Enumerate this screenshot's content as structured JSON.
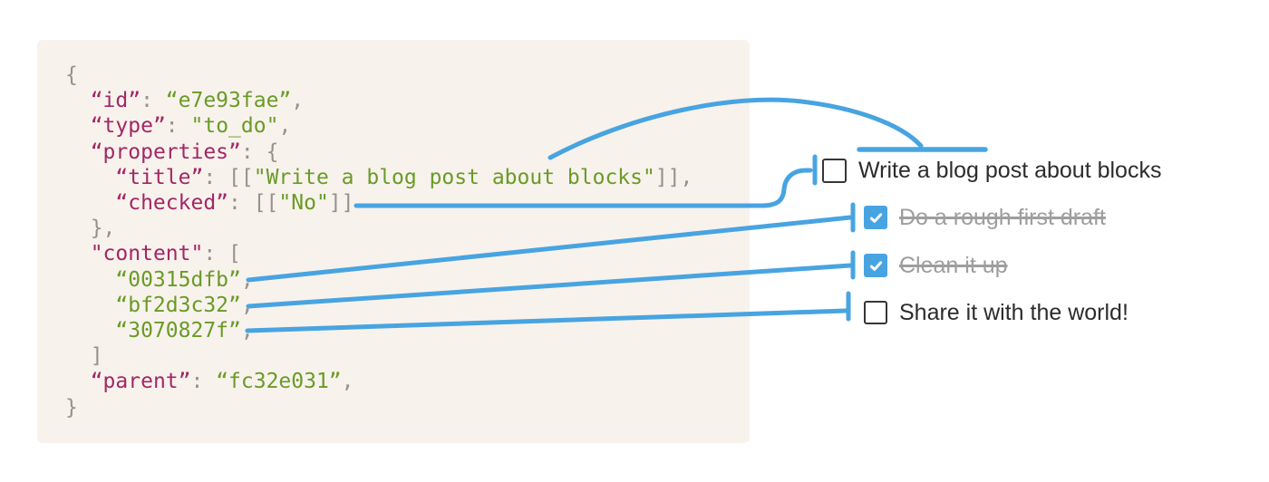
{
  "colors": {
    "page_bg": "#ffffff",
    "panel_bg": "#f8f2ec",
    "key": "#a22766",
    "string": "#699b27",
    "punct": "#96918b",
    "connector": "#48a4e1",
    "todo_text": "#2c2c2e",
    "todo_done": "#9e9e9e",
    "checkbox_border": "#363638",
    "checkbox_checked_bg": "#48a4e1"
  },
  "code": {
    "lines": [
      {
        "tokens": [
          {
            "t": "p",
            "v": "{"
          }
        ]
      },
      {
        "tokens": [
          {
            "t": "p",
            "v": "  "
          },
          {
            "t": "k",
            "v": "“id”"
          },
          {
            "t": "p",
            "v": ": "
          },
          {
            "t": "s",
            "v": "“e7e93fae”"
          },
          {
            "t": "p",
            "v": ","
          }
        ]
      },
      {
        "tokens": [
          {
            "t": "p",
            "v": "  "
          },
          {
            "t": "k",
            "v": "“type”"
          },
          {
            "t": "p",
            "v": ": "
          },
          {
            "t": "s",
            "v": "\"to_do\""
          },
          {
            "t": "p",
            "v": ","
          }
        ]
      },
      {
        "tokens": [
          {
            "t": "p",
            "v": "  "
          },
          {
            "t": "k",
            "v": "“properties”"
          },
          {
            "t": "p",
            "v": ": {"
          }
        ]
      },
      {
        "tokens": [
          {
            "t": "p",
            "v": "    "
          },
          {
            "t": "k",
            "v": "“title”"
          },
          {
            "t": "p",
            "v": ": [["
          },
          {
            "t": "s",
            "v": "\"Write a blog post about blocks\""
          },
          {
            "t": "p",
            "v": "]],"
          }
        ]
      },
      {
        "tokens": [
          {
            "t": "p",
            "v": "    "
          },
          {
            "t": "k",
            "v": "“checked”"
          },
          {
            "t": "p",
            "v": ": [["
          },
          {
            "t": "s",
            "v": "\"No\""
          },
          {
            "t": "p",
            "v": "]]"
          }
        ]
      },
      {
        "tokens": [
          {
            "t": "p",
            "v": "  },"
          }
        ]
      },
      {
        "tokens": [
          {
            "t": "p",
            "v": "  "
          },
          {
            "t": "k",
            "v": "\"content\""
          },
          {
            "t": "p",
            "v": ": ["
          }
        ]
      },
      {
        "tokens": [
          {
            "t": "p",
            "v": "    "
          },
          {
            "t": "s",
            "v": "“00315dfb”"
          },
          {
            "t": "p",
            "v": ","
          }
        ]
      },
      {
        "tokens": [
          {
            "t": "p",
            "v": "    "
          },
          {
            "t": "s",
            "v": "“bf2d3c32”"
          },
          {
            "t": "p",
            "v": ","
          }
        ]
      },
      {
        "tokens": [
          {
            "t": "p",
            "v": "    "
          },
          {
            "t": "s",
            "v": "“3070827f”"
          },
          {
            "t": "p",
            "v": ","
          }
        ]
      },
      {
        "tokens": [
          {
            "t": "p",
            "v": "  ]"
          }
        ]
      },
      {
        "tokens": [
          {
            "t": "p",
            "v": "  "
          },
          {
            "t": "k",
            "v": "“parent”"
          },
          {
            "t": "p",
            "v": ": "
          },
          {
            "t": "s",
            "v": "“fc32e031”"
          },
          {
            "t": "p",
            "v": ","
          }
        ]
      },
      {
        "tokens": [
          {
            "t": "p",
            "v": "}"
          }
        ]
      }
    ]
  },
  "todo": {
    "items": [
      {
        "label": "Write a blog post about blocks",
        "checked": false
      },
      {
        "label": "Do a rough first draft",
        "checked": true
      },
      {
        "label": "Clean it up",
        "checked": true
      },
      {
        "label": "Share it with the world!",
        "checked": false
      }
    ]
  },
  "icons": {
    "checkmark": "checkmark-icon"
  }
}
